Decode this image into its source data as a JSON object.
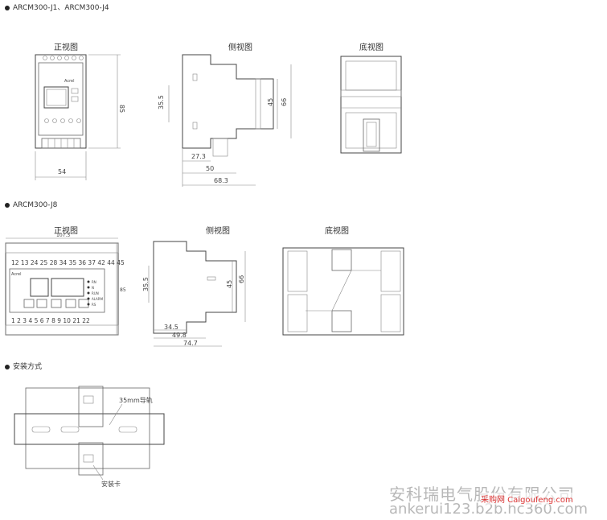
{
  "sections": {
    "s1": {
      "heading": "ARCM300-J1、ARCM300-J4"
    },
    "s2": {
      "heading": "ARCM300-J8"
    },
    "s3": {
      "heading": "安装方式"
    }
  },
  "view_titles": {
    "front": "正视图",
    "side": "侧视图",
    "bottom": "底视图"
  },
  "dims_j1": {
    "height": "85",
    "width": "54",
    "side_h1": "35.5",
    "side_h2": "45",
    "side_h3": "66",
    "side_w1": "27.3",
    "side_w2": "50",
    "side_w3": "68.3"
  },
  "dims_j8": {
    "width": "107.3",
    "height": "85",
    "side_h1": "35.5",
    "side_h2": "45",
    "side_h3": "66",
    "side_w1": "34.5",
    "side_w2": "49.8",
    "side_w3": "74.7"
  },
  "j1_device": {
    "brand": "Acrel"
  },
  "j8_device": {
    "brand": "Acrel",
    "top_terminals": "12 13 24 25 28 34 35 36 37 42 44 45",
    "bottom_terminals": "1  2  3  4  5  6  7  8  9 10 21 22",
    "indicator_labels": [
      "RN",
      "N",
      "RUN",
      "ALARM",
      "RS"
    ]
  },
  "install": {
    "rail_label": "35mm导轨",
    "clip_label": "安装卡"
  },
  "watermark": {
    "company": "安科瑞电气股份有限公司",
    "site": "ankerui123.b2b.hc360.com",
    "red": "采购网 Caigoufeng.com"
  }
}
